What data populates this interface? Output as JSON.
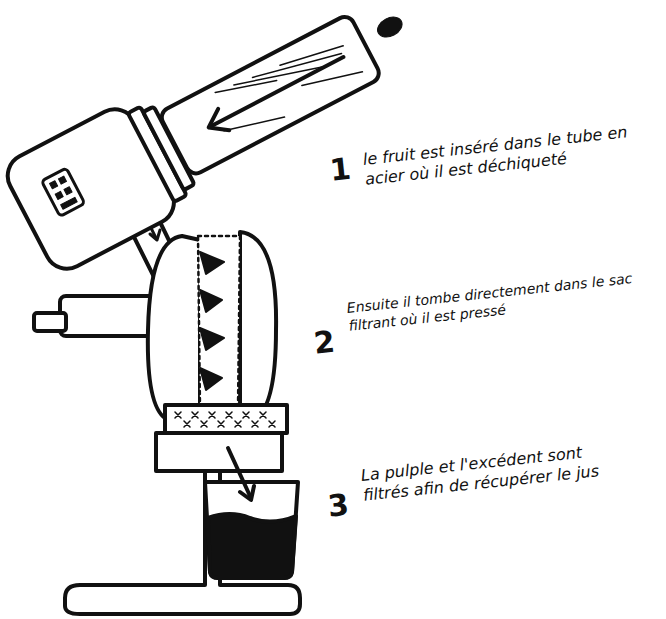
{
  "diagram": {
    "labels": [
      "1",
      "le fruit est inséré dans le tube en acier où il est déchiqueté",
      "2",
      "Ensuite il tombe directement dans le sac filtrant où il est pressé",
      "3",
      "La pulple et l'excédent sont filtrés afin de récupérer le jus"
    ]
  }
}
